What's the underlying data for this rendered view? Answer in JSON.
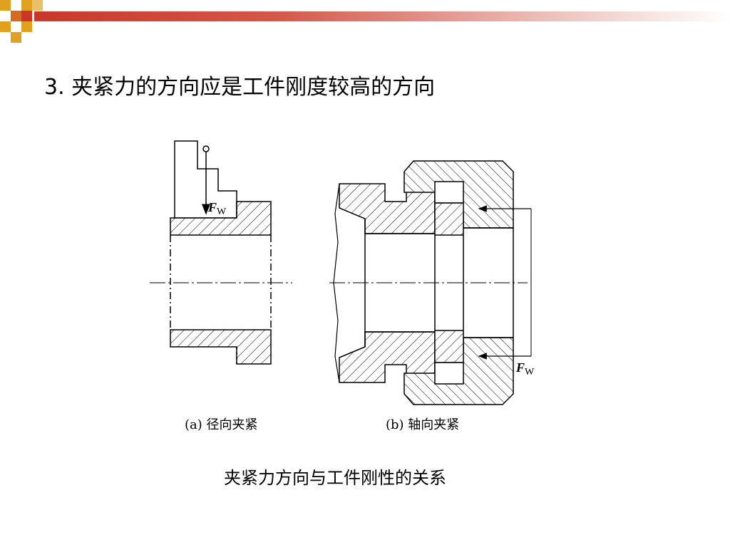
{
  "slide": {
    "title": "3.  夹紧力的方向应是工件刚度较高的方向"
  },
  "figure": {
    "caption_a": "(a) 径向夹紧",
    "caption_b": "(b) 轴向夹紧",
    "force_symbol": "F",
    "force_subscript": "W",
    "figure_caption": "夹紧力方向与工件刚性的关系"
  },
  "colors": {
    "banner_red": "#c8382a",
    "banner_gold": "#e0a21e",
    "banner_orange": "#d86a20"
  }
}
